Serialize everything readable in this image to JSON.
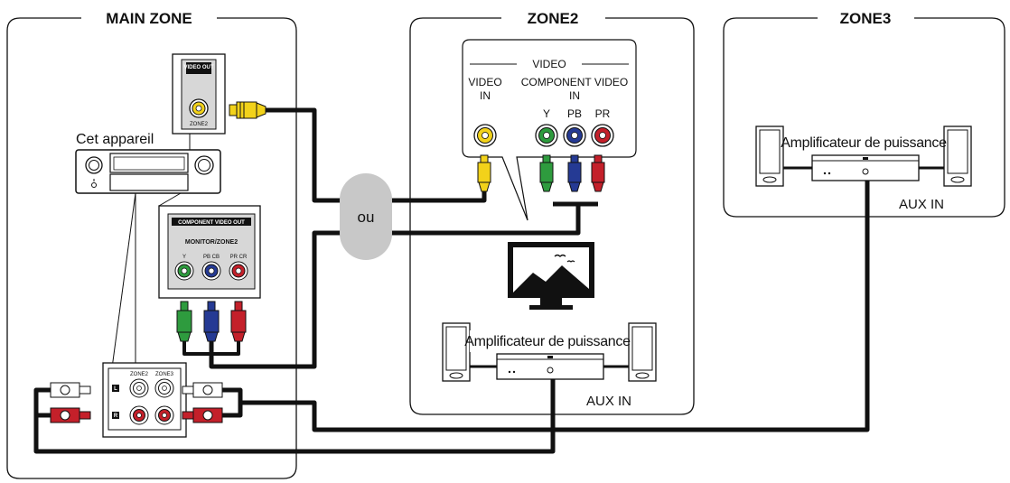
{
  "zones": {
    "main": "MAIN ZONE",
    "zone2": "ZONE2",
    "zone3": "ZONE3"
  },
  "main_zone": {
    "device_label": "Cet appareil",
    "video_out_label": "VIDEO OUT",
    "video_out_sub": "ZONE2",
    "component_panel_title": "COMPONENT VIDEO OUT",
    "component_panel_sub": "MONITOR/ZONE2",
    "component_y": "Y",
    "component_pb": "PB CB",
    "component_pr": "PR CR",
    "audio_zone2": "ZONE2",
    "audio_zone3": "ZONE3",
    "audio_l": "L",
    "audio_r": "R"
  },
  "or_label": "ou",
  "zone2": {
    "video_group": "VIDEO",
    "video_in": "VIDEO IN",
    "component_in": "COMPONENT VIDEO IN",
    "y": "Y",
    "pb": "PB",
    "pr": "PR",
    "amp_label": "Amplificateur de puissance",
    "aux_in": "AUX IN"
  },
  "zone3": {
    "amp_label": "Amplificateur de puissance",
    "aux_in": "AUX IN"
  },
  "colors": {
    "yellow": "#f2d21a",
    "green": "#2e9b3e",
    "blue": "#253a94",
    "red": "#c4202a",
    "cable": "#111111",
    "or_blob": "#c8c8c8"
  }
}
